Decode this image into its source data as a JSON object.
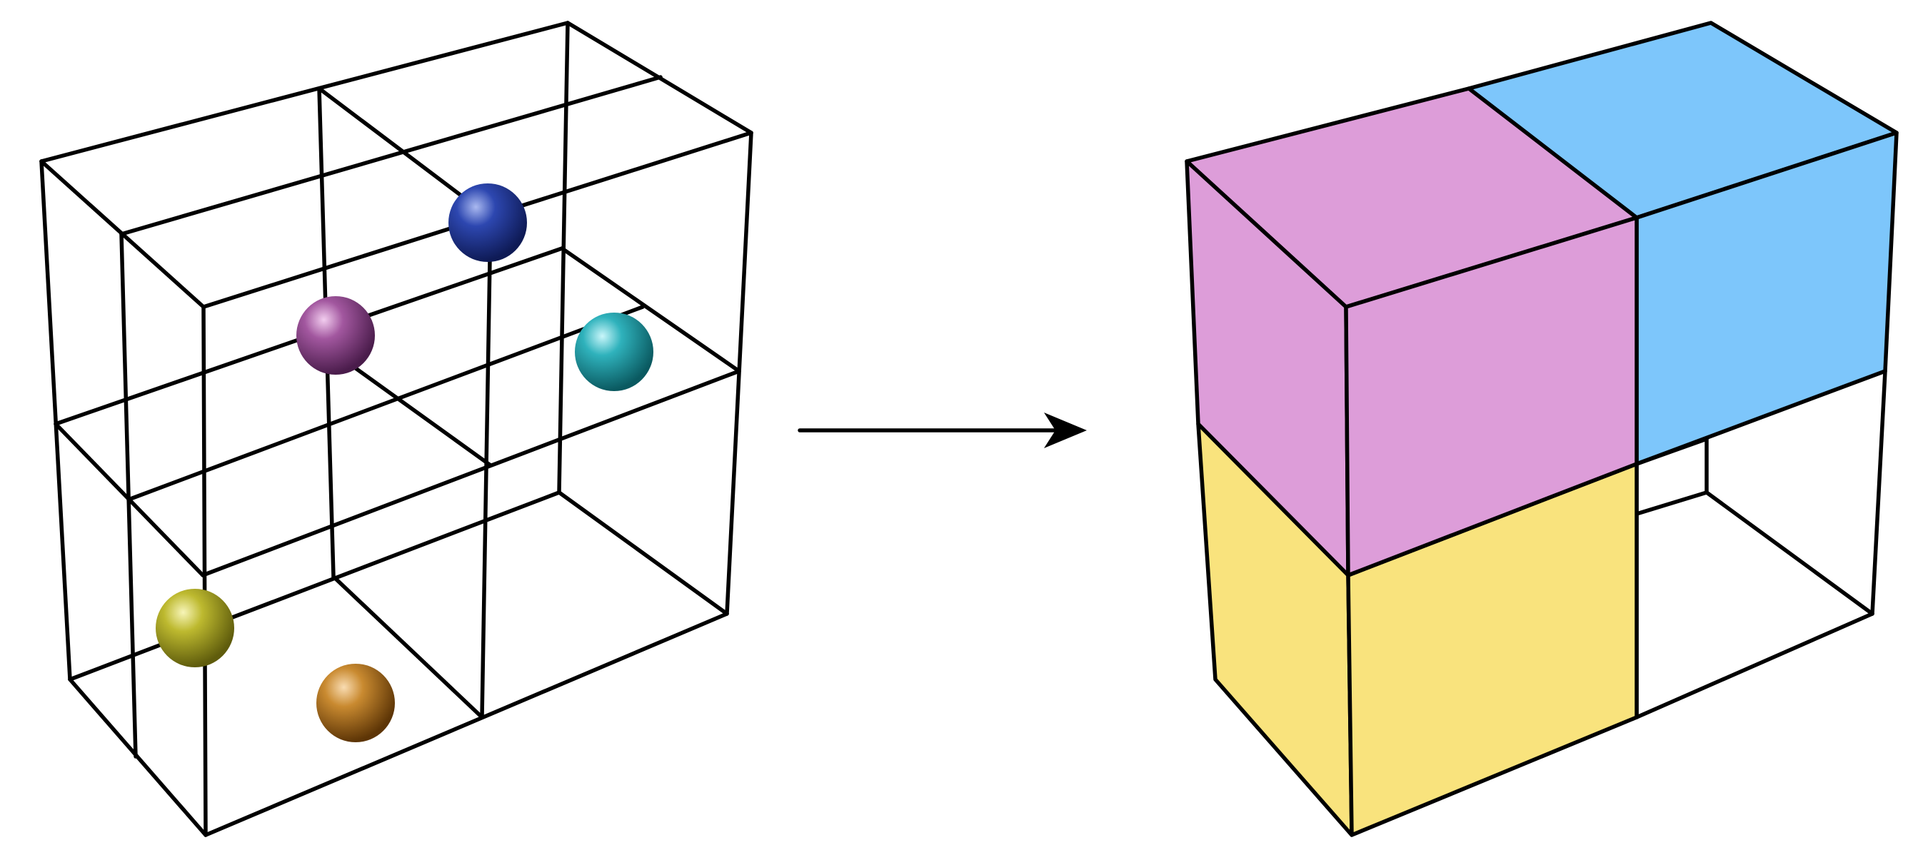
{
  "diagram": {
    "description_free": true,
    "left_figure": {
      "kind": "wireframe-grid",
      "cells": "2x2x2",
      "spheres": [
        {
          "name": "blue-sphere",
          "color": "#2b3f9e"
        },
        {
          "name": "purple-sphere",
          "color": "#9a4f9a"
        },
        {
          "name": "cyan-sphere",
          "color": "#2aa9b3"
        },
        {
          "name": "olive-sphere",
          "color": "#b5b22a"
        },
        {
          "name": "orange-sphere",
          "color": "#c4852c"
        }
      ]
    },
    "arrow": {
      "direction": "right"
    },
    "right_figure": {
      "kind": "partially-filled-grid",
      "cells": "2x2x2",
      "filled_cells": [
        {
          "name": "pink-cell",
          "color": "#dd9dd9"
        },
        {
          "name": "blue-cell",
          "color": "#7dc6fb"
        },
        {
          "name": "yellow-cell",
          "color": "#f9e37d"
        }
      ]
    }
  }
}
